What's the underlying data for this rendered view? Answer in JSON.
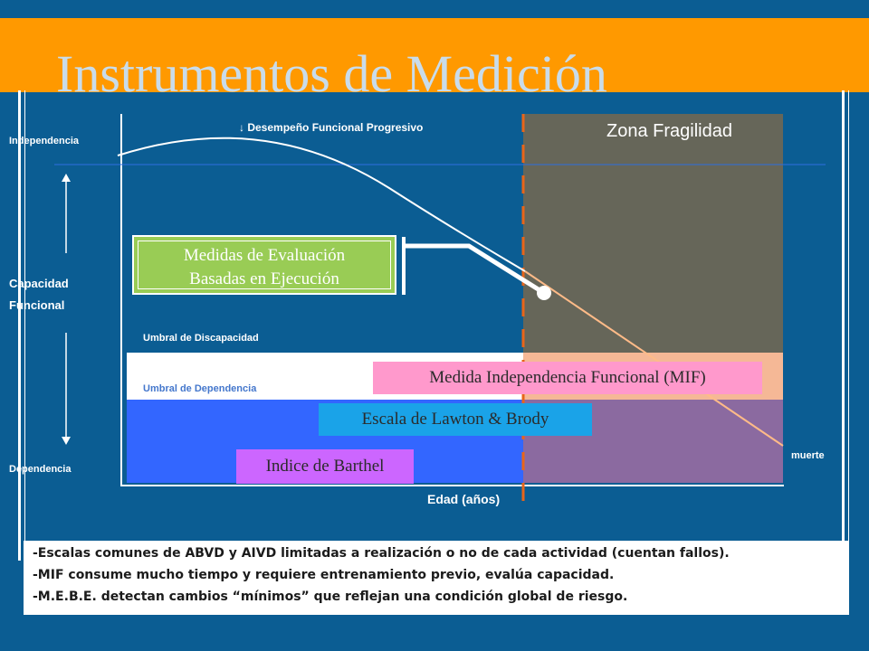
{
  "title": "Instrumentos de Medición",
  "axes": {
    "independencia": "Independencia",
    "capacidad_line1": "Capacidad",
    "capacidad_line2": "Funcional",
    "dependencia": "Dependencia",
    "edad": "Edad (años)",
    "muerte": "muerte"
  },
  "curve_label": "↓ Desempeño Funcional Progresivo",
  "zone_label": "Zona Fragilidad",
  "thresholds": {
    "discapacidad": "Umbral de Discapacidad",
    "dependencia": "Umbral de Dependencia"
  },
  "boxes": {
    "mebe_line1": "Medidas de Evaluación",
    "mebe_line2": "Basadas en Ejecución",
    "mif": "Medida Independencia Funcional (MIF)",
    "lawton": "Escala de Lawton & Brody",
    "barthel": "Indice de Barthel"
  },
  "notes": [
    "-Escalas comunes de ABVD y AIVD limitadas a realización o no de cada actividad (cuentan fallos).",
    "-MIF consume mucho tiempo y requiere entrenamiento previo, evalúa capacidad.",
    "-M.E.B.E. detectan cambios “mínimos” que reflejan una condición global de riesgo."
  ],
  "colors": {
    "background": "#0b5d93",
    "title_bar": "#ff9900",
    "fragility_zone": "#666659",
    "mif": "#ff99cc",
    "lawton": "#1aa3e8",
    "barthel": "#cc66ff",
    "mebe": "#99cc55",
    "dependence_band": "#3366ff",
    "dashed_line": "#e8651a"
  }
}
